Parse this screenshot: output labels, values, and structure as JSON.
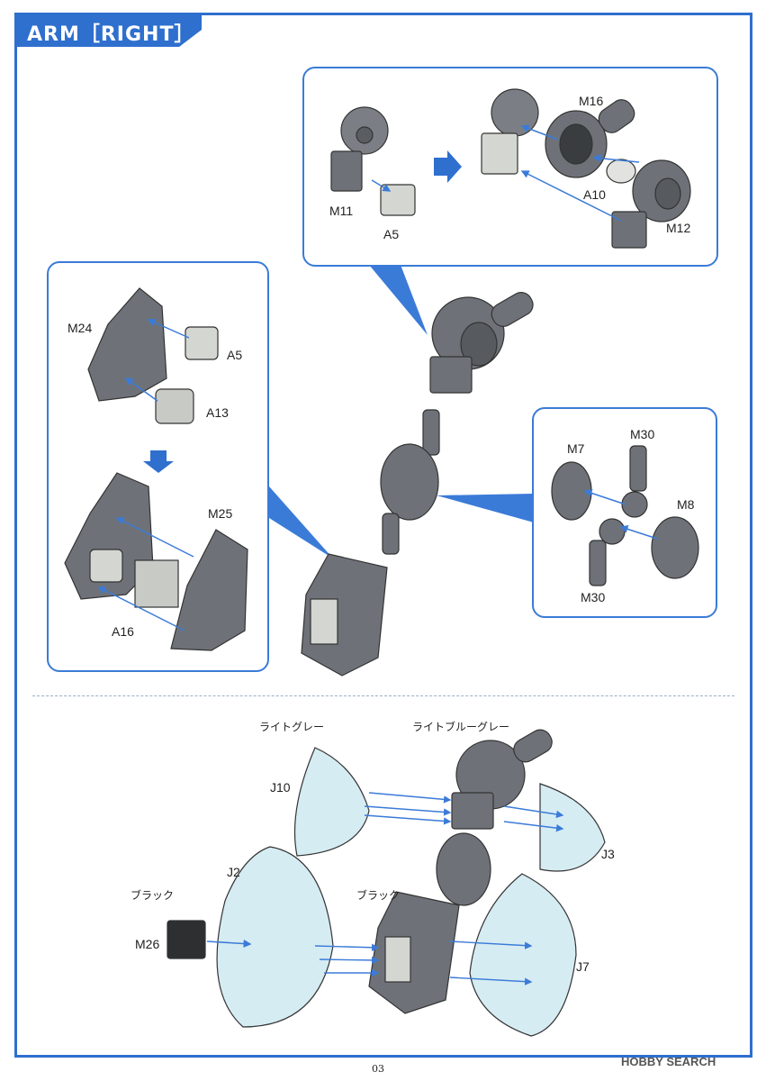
{
  "header": {
    "title": "ARM［RIGHT］"
  },
  "panels": {
    "shoulder": {
      "m11": "M11",
      "a5": "A5",
      "m16": "M16",
      "a10": "A10",
      "m12": "M12"
    },
    "forearm": {
      "m24": "M24",
      "a5": "A5",
      "a13": "A13",
      "m25": "M25",
      "a16": "A16"
    },
    "elbow": {
      "m7": "M7",
      "m30_top": "M30",
      "m8": "M8",
      "m30_bottom": "M30"
    }
  },
  "painted": {
    "light_gray": "ライトグレー",
    "light_blue_gray": "ライトブルーグレー",
    "j10": "J10",
    "j2": "J2",
    "j3": "J3",
    "j7": "J7",
    "black_1": "ブラック",
    "black_2": "ブラック",
    "m26": "M26"
  },
  "footer": {
    "page": "03",
    "watermark": "HOBBY SEARCH"
  },
  "colors": {
    "accent": "#2f6fce",
    "part_dark": "#6e7278",
    "part_light": "#d4d6d2",
    "clear_blue": "#d6ecf3"
  }
}
